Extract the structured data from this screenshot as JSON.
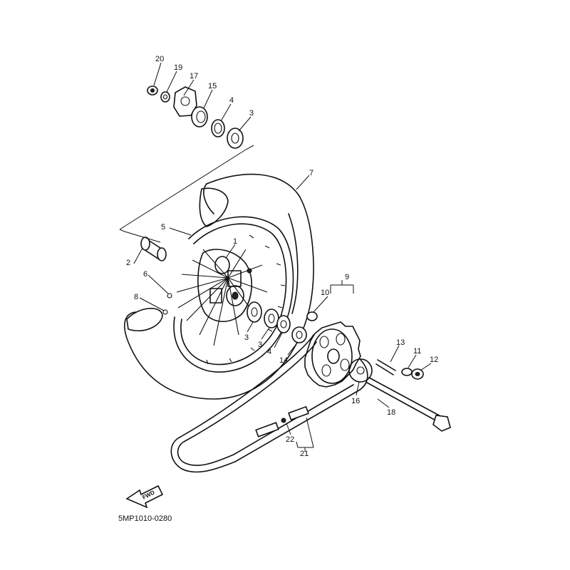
{
  "diagram": {
    "callouts": [
      {
        "id": "c20",
        "label": "20"
      },
      {
        "id": "c19",
        "label": "19"
      },
      {
        "id": "c17",
        "label": "17"
      },
      {
        "id": "c15",
        "label": "15"
      },
      {
        "id": "c4a",
        "label": "4"
      },
      {
        "id": "c3a",
        "label": "3"
      },
      {
        "id": "c7",
        "label": "7"
      },
      {
        "id": "c5",
        "label": "5"
      },
      {
        "id": "c1",
        "label": "1"
      },
      {
        "id": "c2",
        "label": "2"
      },
      {
        "id": "c6",
        "label": "6"
      },
      {
        "id": "c8",
        "label": "8"
      },
      {
        "id": "c9",
        "label": "9"
      },
      {
        "id": "c10",
        "label": "10"
      },
      {
        "id": "c3b",
        "label": "3"
      },
      {
        "id": "c3c",
        "label": "3"
      },
      {
        "id": "c4b",
        "label": "4"
      },
      {
        "id": "c14",
        "label": "14"
      },
      {
        "id": "c13",
        "label": "13"
      },
      {
        "id": "c11",
        "label": "11"
      },
      {
        "id": "c12",
        "label": "12"
      },
      {
        "id": "c16",
        "label": "16"
      },
      {
        "id": "c18",
        "label": "18"
      },
      {
        "id": "c22",
        "label": "22"
      },
      {
        "id": "c21",
        "label": "21"
      }
    ],
    "fwd_label": "FWD",
    "figure_code": "5MP1010-0280"
  }
}
